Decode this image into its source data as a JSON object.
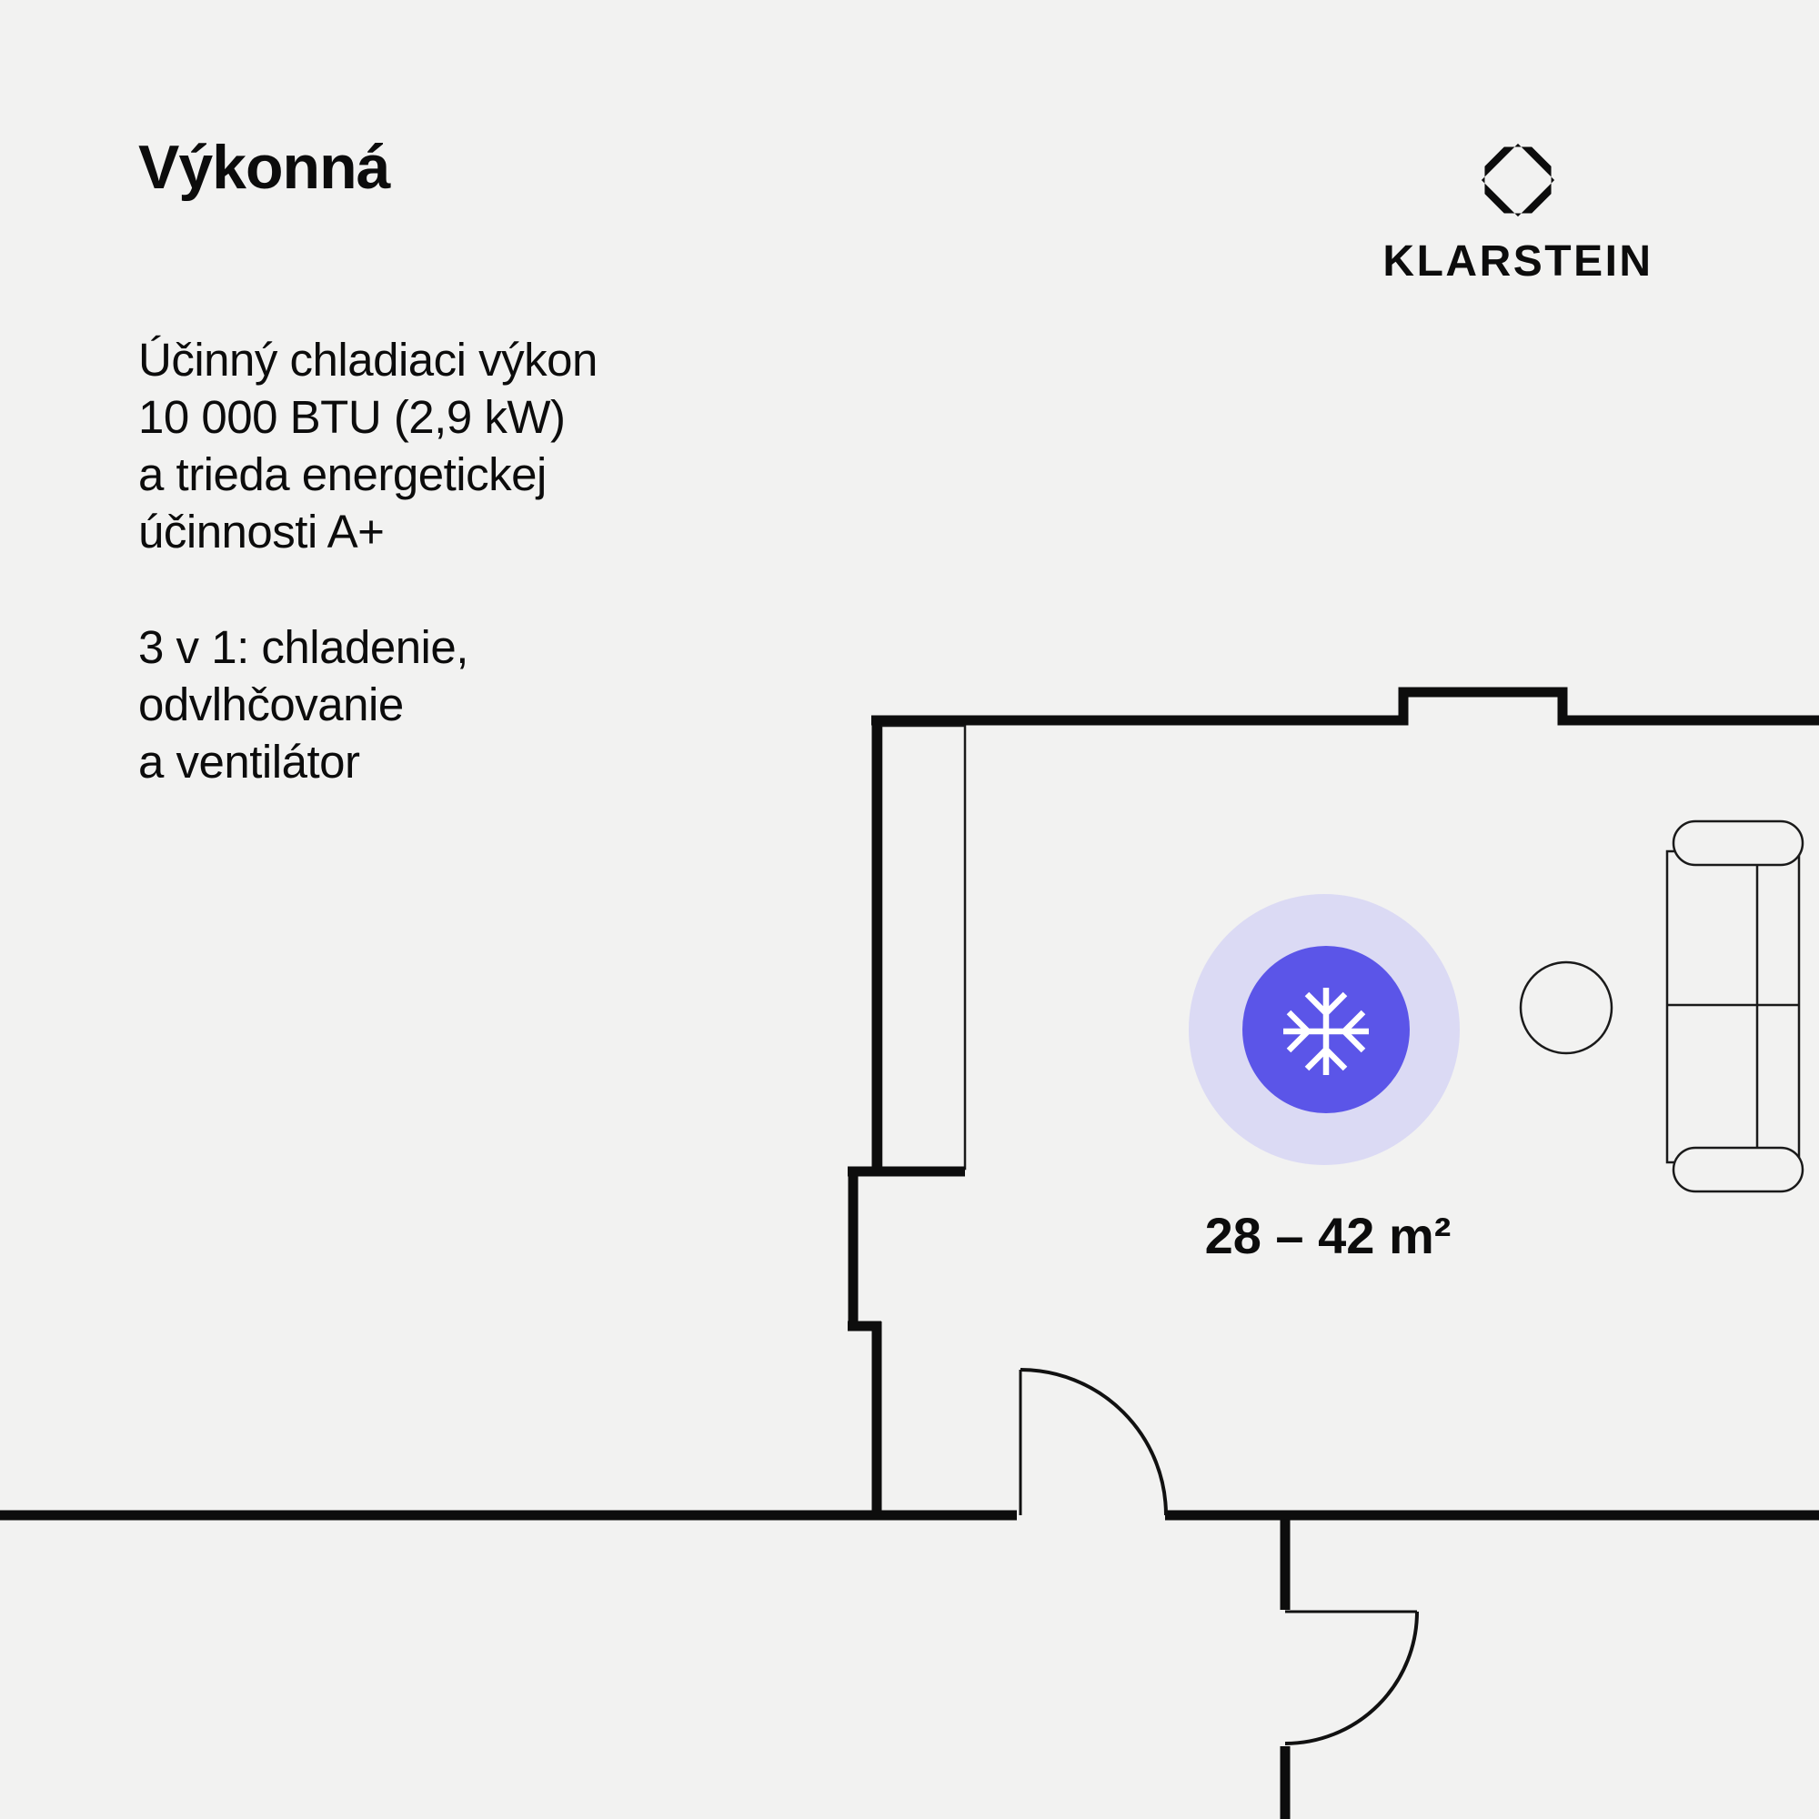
{
  "page": {
    "background_color": "#f2f2f1",
    "text_color": "#0c0c0c"
  },
  "header": {
    "title": "Výkonná"
  },
  "features": {
    "paragraph1_lines": [
      "Účinný chladiaci výkon",
      "10 000 BTU (2,9 kW)",
      "a trieda energetickej",
      "účinnosti A+"
    ],
    "paragraph2_lines": [
      "3 v 1: chladenie,",
      "odvlhčovanie",
      "a ventilátor"
    ]
  },
  "brand": {
    "name": "KLARSTEIN",
    "logo_icon": "octagon-diamond-icon",
    "logo_color": "#0c0c0c"
  },
  "floorplan": {
    "area_label": "28 – 42 m²",
    "cooling_icon": "snowflake-icon",
    "colors": {
      "accent": "#5b55e8",
      "accent_halo": "#dbdaf4",
      "wall": "#0d0d0d",
      "furniture_line": "#1a1a1a",
      "snowflake": "#ffffff"
    }
  }
}
